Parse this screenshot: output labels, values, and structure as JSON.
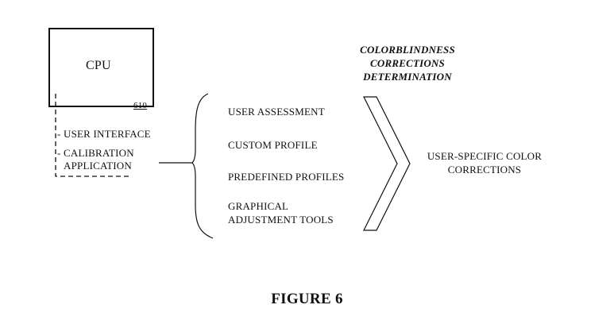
{
  "cpu": {
    "label": "CPU",
    "ref_number": "610"
  },
  "cpu_items": [
    "- USER INTERFACE",
    "- CALIBRATION",
    "APPLICATION"
  ],
  "options": [
    "USER ASSESSMENT",
    "CUSTOM PROFILE",
    "PREDEFINED PROFILES",
    "GRAPHICAL",
    "ADJUSTMENT TOOLS"
  ],
  "determination": [
    "COLORBLINDNESS",
    "CORRECTIONS",
    "DETERMINATION"
  ],
  "result": [
    "USER-SPECIFIC COLOR",
    "CORRECTIONS"
  ],
  "figure_label": "FIGURE 6"
}
